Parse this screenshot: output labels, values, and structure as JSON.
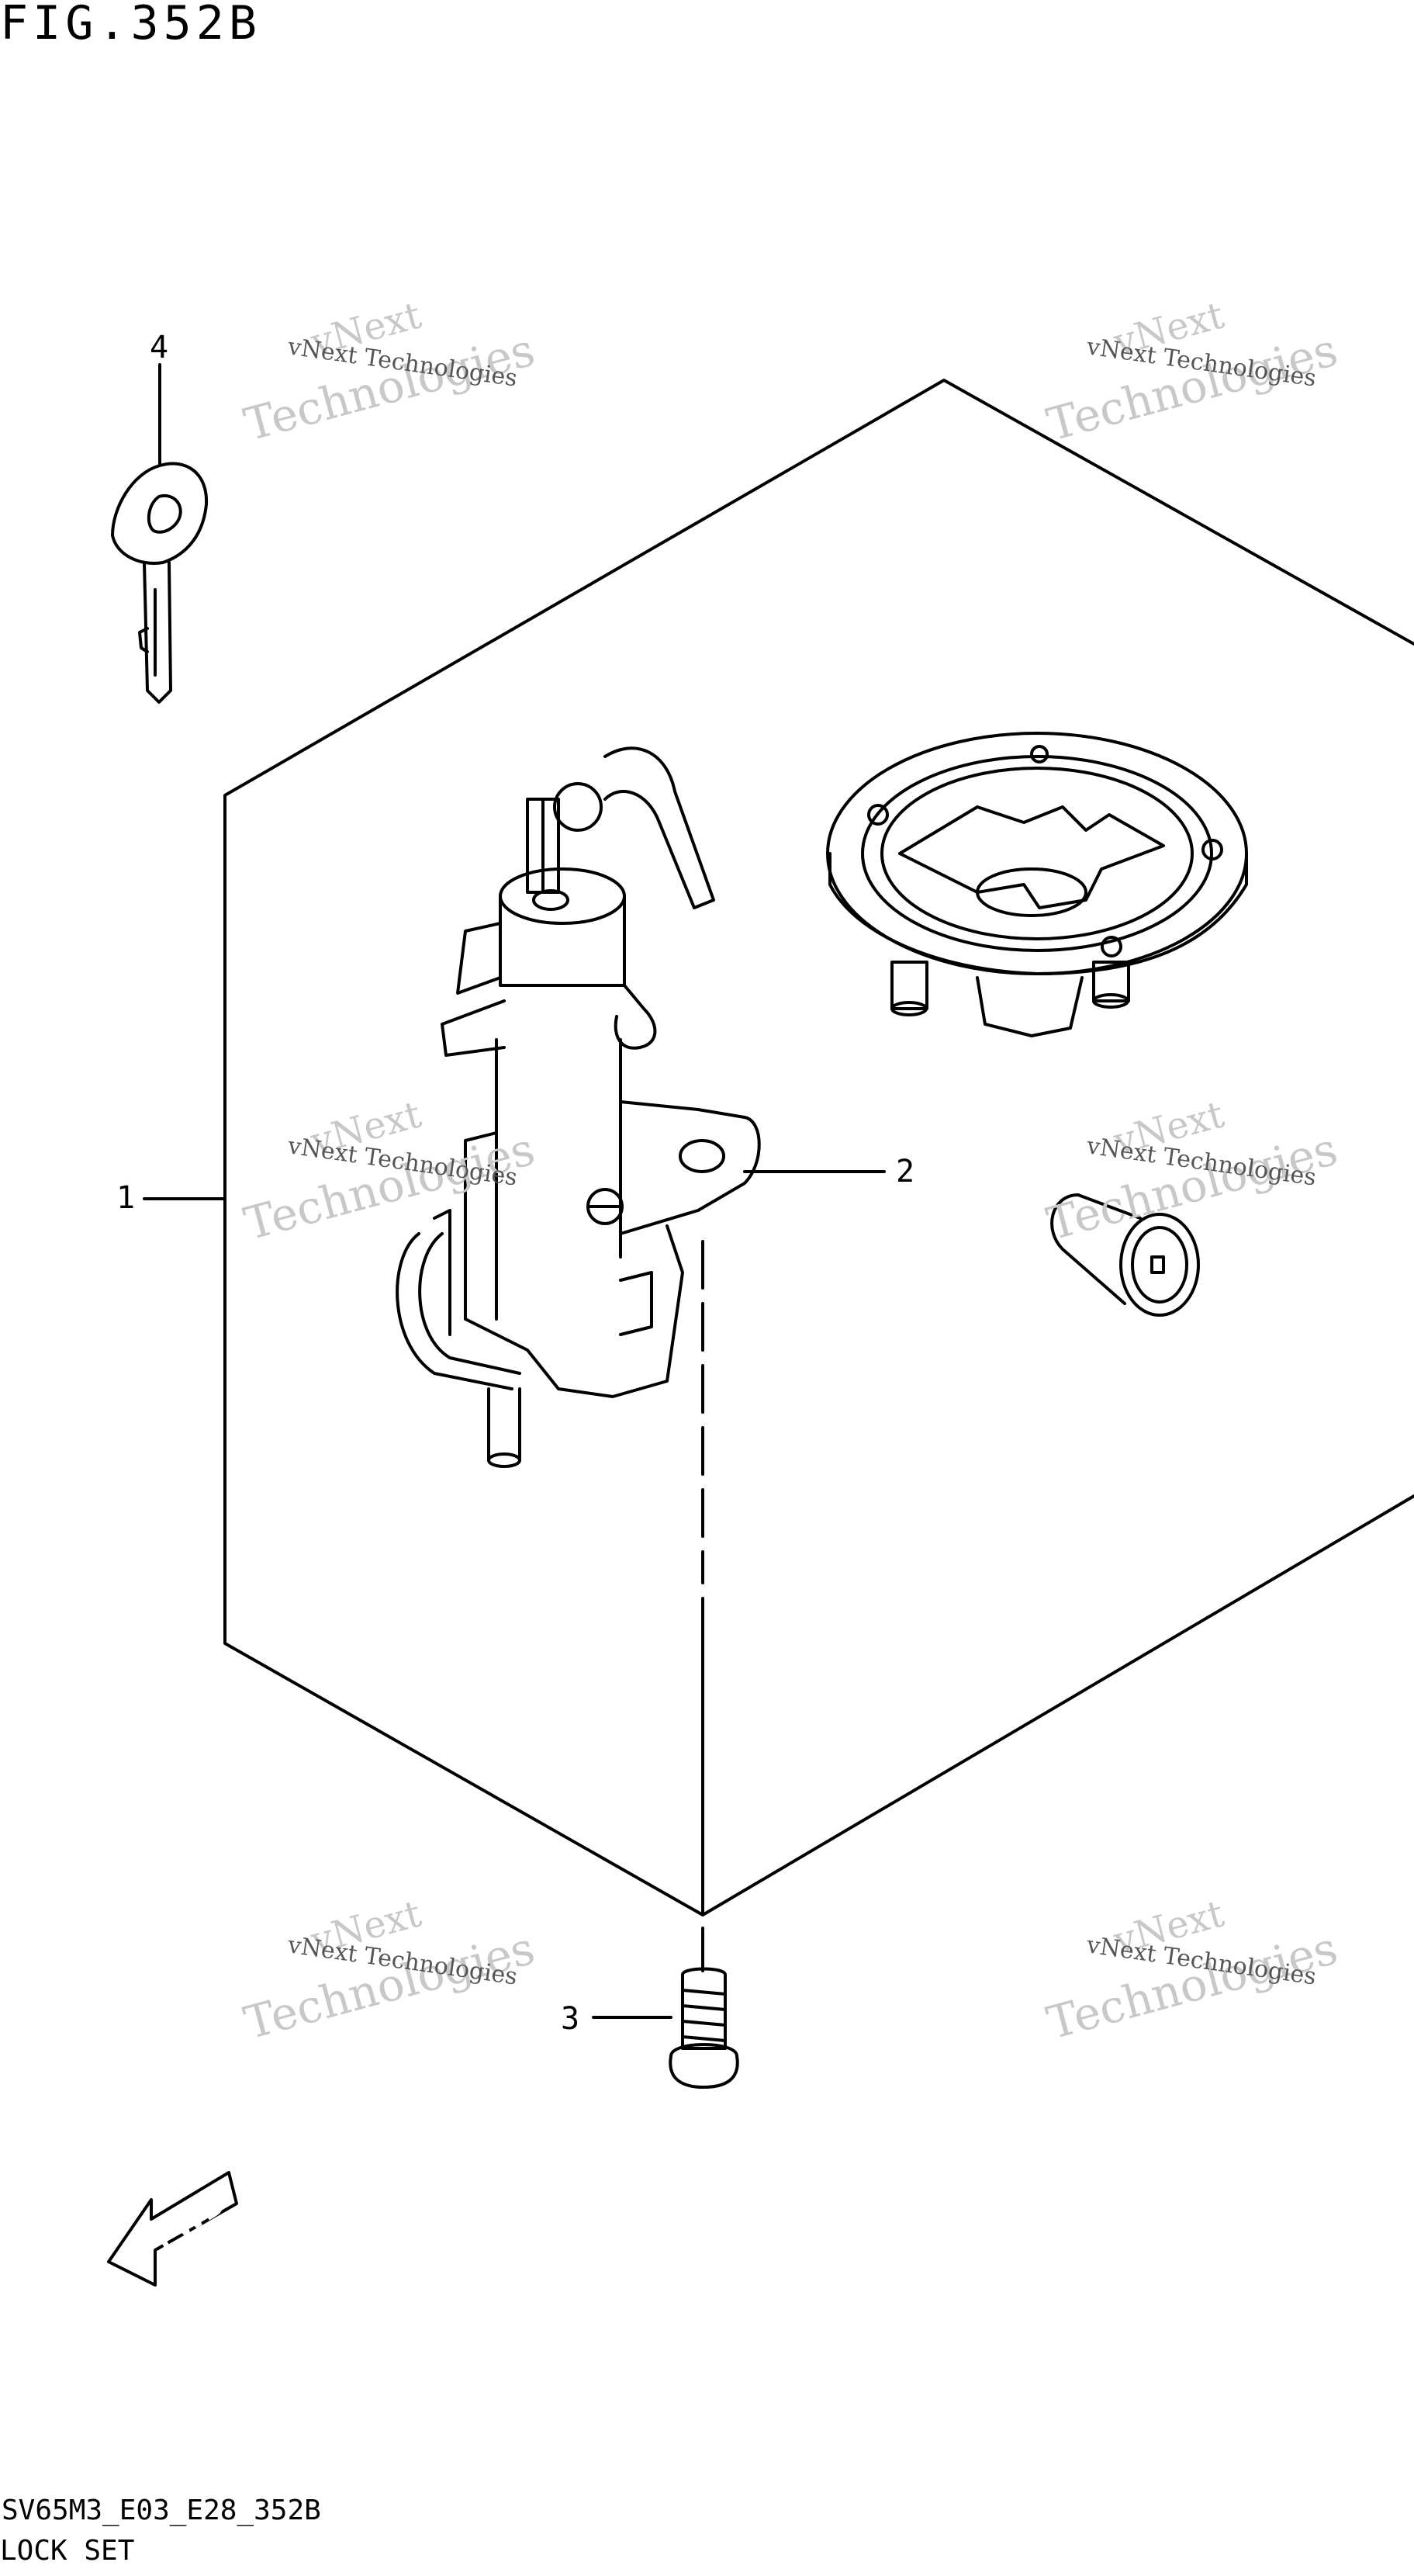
{
  "figure": {
    "title": "FIG.352B",
    "code": "SV65M3_E03_E28_352B",
    "name": "LOCK SET"
  },
  "callouts": [
    "1",
    "2",
    "3",
    "4"
  ],
  "watermark": {
    "line1": "vNext",
    "line2": "Technologies",
    "small": "vNext Technologies"
  },
  "direction_badge": "FWD",
  "parts": [
    {
      "ref": "1",
      "name": "lock-set-assembly"
    },
    {
      "ref": "2",
      "name": "ignition-switch"
    },
    {
      "ref": "3",
      "name": "screw"
    },
    {
      "ref": "4",
      "name": "key"
    }
  ]
}
